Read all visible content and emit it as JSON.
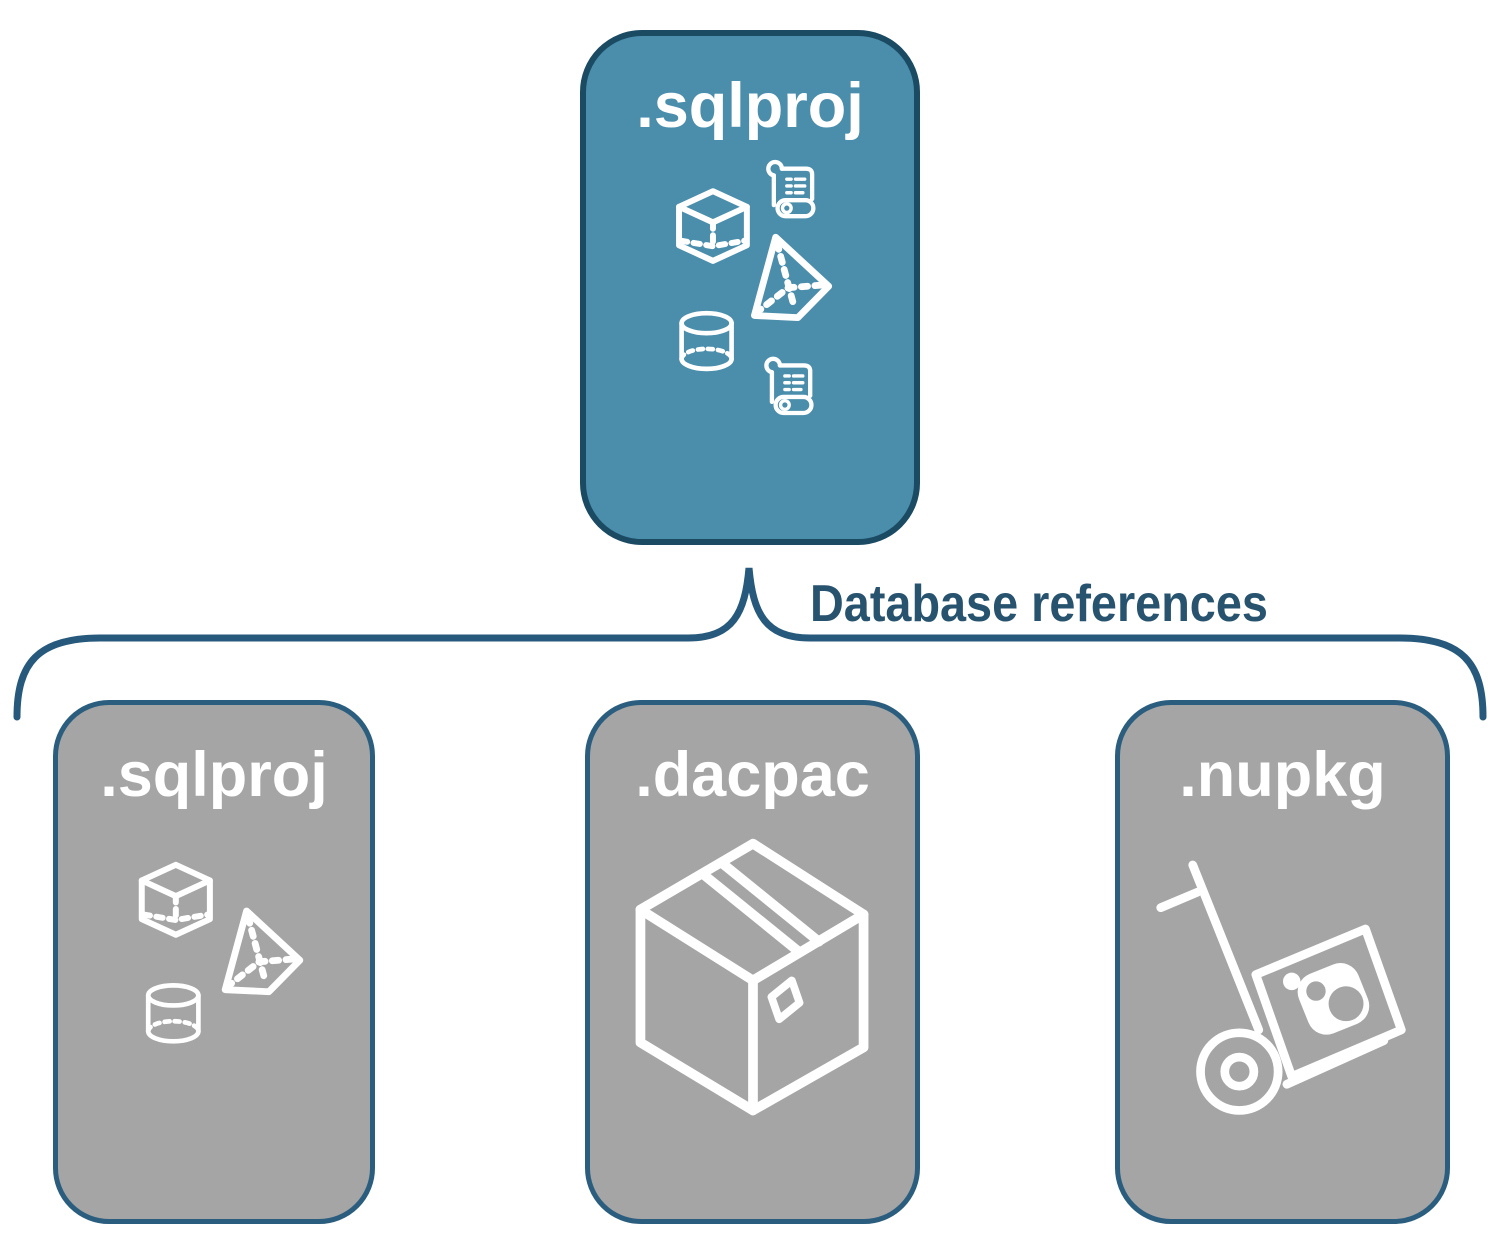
{
  "nodes": {
    "main": {
      "label": ".sqlproj",
      "icons": [
        "script-scroll-icon",
        "cube-icon",
        "pyramid-icon",
        "database-cylinder-icon",
        "script-scroll-icon"
      ]
    },
    "children": [
      {
        "label": ".sqlproj",
        "icons": [
          "cube-icon",
          "pyramid-icon",
          "database-cylinder-icon"
        ]
      },
      {
        "label": ".dacpac",
        "icons": [
          "package-box-icon"
        ]
      },
      {
        "label": ".nupkg",
        "icons": [
          "nuget-hand-truck-icon"
        ]
      }
    ]
  },
  "connector": {
    "label": "Database references",
    "shape": "curly-brace"
  },
  "colors": {
    "teal": "#4A8EAC",
    "teal-border": "#1B4A63",
    "gray": "#A5A5A5",
    "gray-border": "#2B5E7E",
    "line": "#26597B",
    "text-navy": "#27536F",
    "white": "#FFFFFF",
    "bg": "#FFFFFF"
  }
}
